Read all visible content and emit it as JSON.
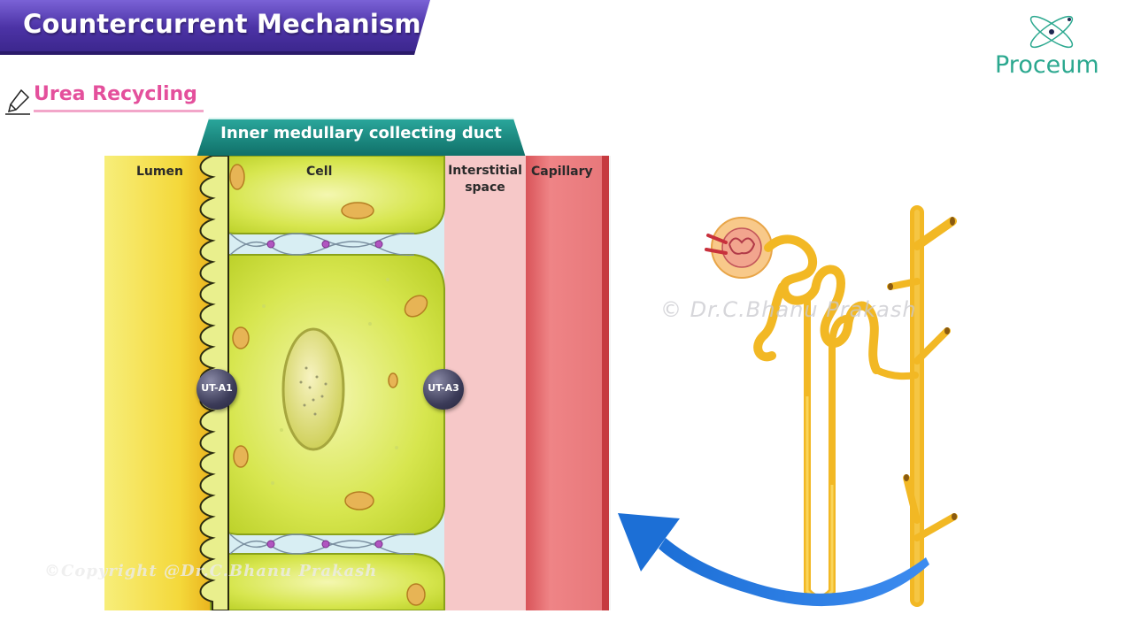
{
  "header": {
    "title": "Countercurrent Mechanism",
    "subtitle": "Urea Recycling",
    "brand": "Proceum"
  },
  "diagram": {
    "banner": "Inner medullary collecting duct",
    "regions": {
      "lumen": "Lumen",
      "cell": "Cell",
      "interstitial_line1": "Interstitial",
      "interstitial_line2": "space",
      "capillary": "Capillary"
    },
    "transporters": {
      "apical": "UT-A1",
      "basolateral": "UT-A3"
    }
  },
  "watermarks": {
    "center": "© Dr.C.Bhanu Prakash",
    "bottom": "©Copyright @Dr.C.Bhanu Prakash"
  },
  "colors": {
    "banner_purple": "#5a3fb0",
    "banner_teal": "#17877e",
    "subtitle_pink": "#e4509c",
    "brand_teal": "#2ba88f",
    "lumen_yellow": "#f4d83a",
    "cell_green": "#c7dc32",
    "interstitial_pink": "#f6c8c8",
    "capillary_red": "#e8787a",
    "arrow_blue": "#1c6fd6",
    "nephron_gold": "#f2b824"
  }
}
